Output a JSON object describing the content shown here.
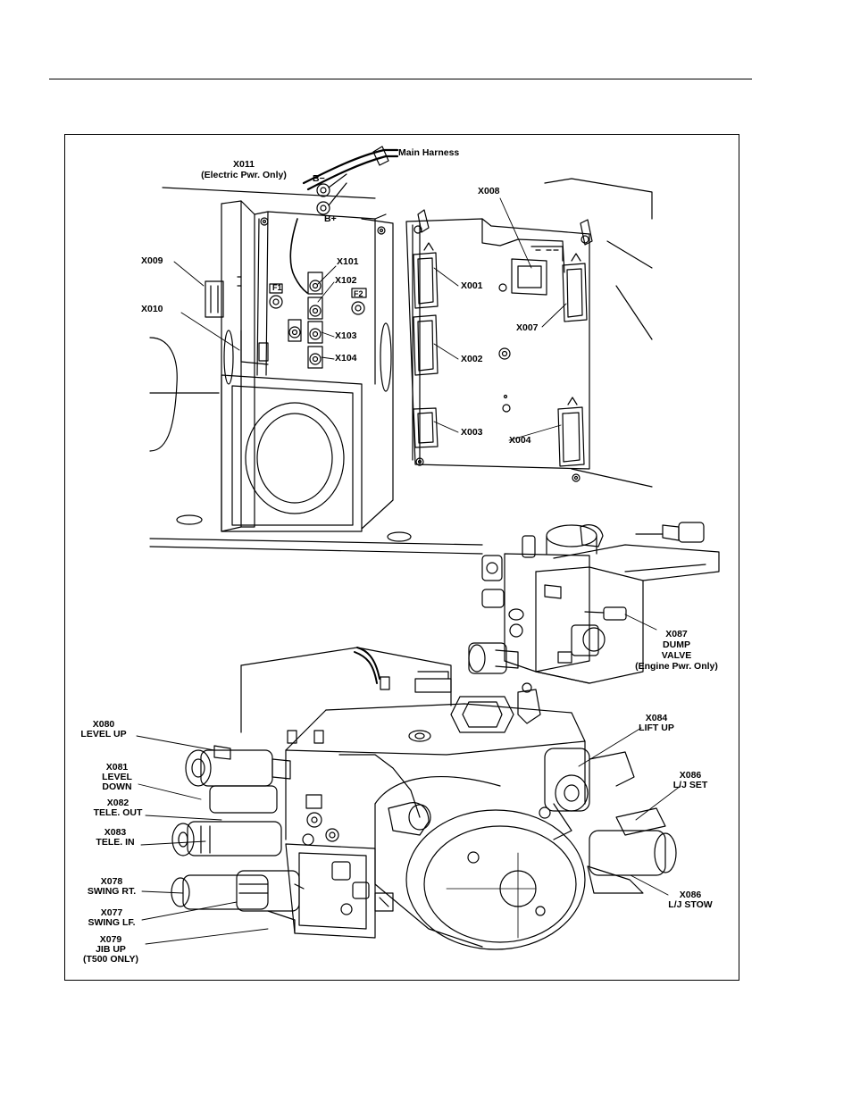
{
  "header": {
    "rule": true
  },
  "figure": {
    "top_labels": {
      "main_harness": "Main Harness",
      "x011": "X011",
      "x011_note": "(Electric Pwr. Only)",
      "b_minus": "B−",
      "b_plus": "B+",
      "x008": "X008",
      "x009": "X009",
      "x010": "X010",
      "x101": "X101",
      "x102": "X102",
      "x103": "X103",
      "x104": "X104",
      "x001": "X001",
      "x002": "X002",
      "x003": "X003",
      "x004": "X004",
      "x007": "X007",
      "f1": "F1",
      "f2": "F2"
    },
    "valve_labels": {
      "x087_l1": "X087",
      "x087_l2": "DUMP",
      "x087_l3": "VALVE",
      "x087_l4": "(Engine Pwr. Only)",
      "x084_l1": "X084",
      "x084_l2": "LIFT UP",
      "x080_l1": "X080",
      "x080_l2": "LEVEL UP",
      "x081_l1": "X081",
      "x081_l2": "LEVEL",
      "x081_l3": "DOWN",
      "x082_l1": "X082",
      "x082_l2": "TELE. OUT",
      "x083_l1": "X083",
      "x083_l2": "TELE. IN",
      "x078_l1": "X078",
      "x078_l2": "SWING RT.",
      "x077_l1": "X077",
      "x077_l2": "SWING LF.",
      "x079_l1": "X079",
      "x079_l2": "JIB UP",
      "x079_l3": "(T500 ONLY)",
      "x086a_l1": "X086",
      "x086a_l2": "L/J SET",
      "x086b_l1": "X086",
      "x086b_l2": "L/J STOW"
    }
  }
}
